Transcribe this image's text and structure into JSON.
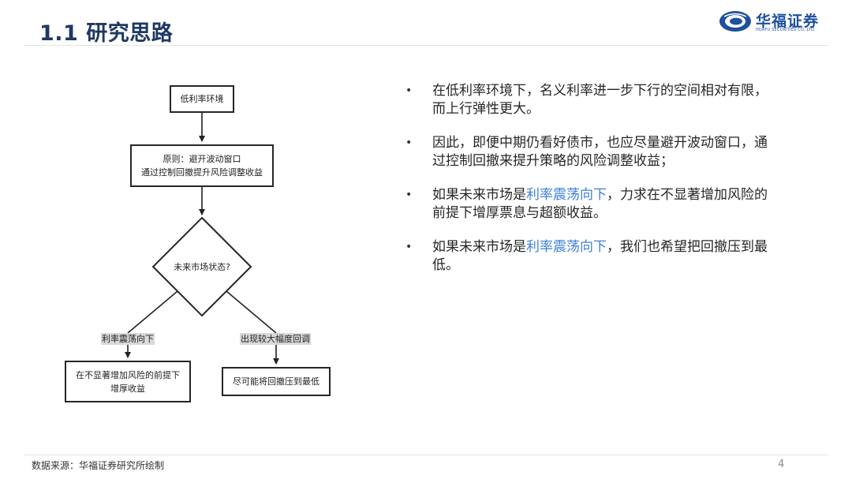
{
  "header": {
    "title": "1.1 研究思路",
    "logo_cn": "华福证券",
    "logo_en": "HUAFU SECURITIES CO.,LTD."
  },
  "flowchart": {
    "start": "低利率环境",
    "principle_line1": "原则：避开波动窗口",
    "principle_line2": "通过控制回撤提升风险调整收益",
    "decision": "未来市场状态?",
    "branch_left_label": "利率震荡向下",
    "branch_right_label": "出现较大幅度回调",
    "left_outcome_line1": "在不显著增加风险的前提下",
    "left_outcome_line2": "增厚收益",
    "right_outcome": "尽可能将回撤压到最低"
  },
  "bullets": [
    {
      "text": "在低利率环境下，名义利率进一步下行的空间相对有限，而上行弹性更大。"
    },
    {
      "text": "因此，即便中期仍看好债市，也应尽量避开波动窗口，通过控制回撤来提升策略的风险调整收益；"
    },
    {
      "before": "如果未来市场是",
      "highlight": "利率震荡向下",
      "after": "，力求在不显著增加风险的前提下增厚票息与超额收益。"
    },
    {
      "before": "如果未来市场是",
      "highlight": "利率震荡向下",
      "after": "，我们也希望把回撤压到最低。"
    }
  ],
  "bullet_symbol": "•",
  "highlight_color": "#3f80d8",
  "footer": {
    "source": "数据来源：华福证券研究所绘制",
    "page": "4"
  }
}
